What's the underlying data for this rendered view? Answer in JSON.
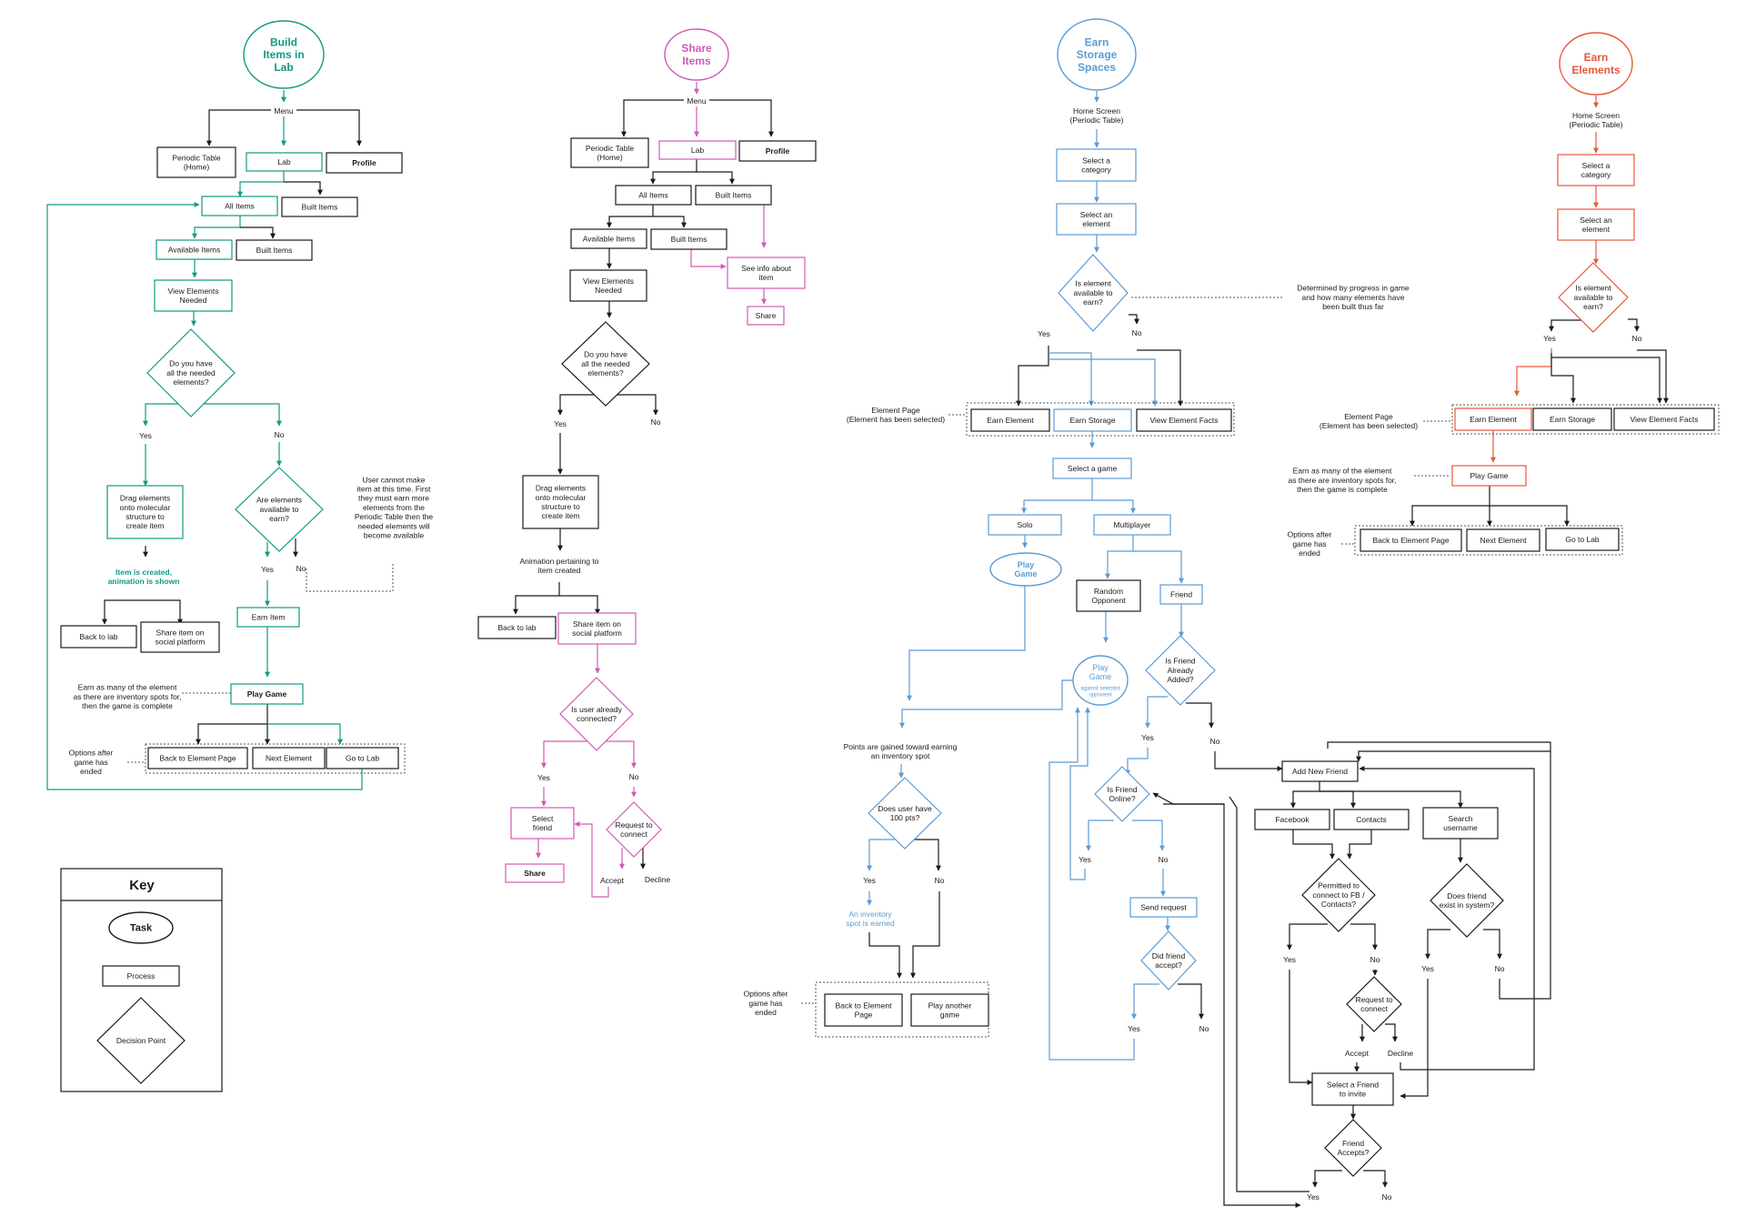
{
  "colors": {
    "black": "#1a1a1a",
    "teal": "#129a84",
    "pink": "#d05ab8",
    "blue": "#5b9bd5",
    "orange": "#e8573a",
    "dotted": "#555555"
  },
  "key": {
    "title": "Key",
    "task": "Task",
    "process": "Process",
    "decision": "Decision Point"
  },
  "flow_build": {
    "task": "Build\nItems in\nLab",
    "menu": "Menu",
    "periodic": "Periodic Table\n(Home)",
    "lab": "Lab",
    "profile": "Profile",
    "all_items": "All Items",
    "built_items": "Built Items",
    "available_items": "Available Items",
    "built_items2": "Built Items",
    "view_needed": "View Elements\nNeeded",
    "have_needed": "Do you have\nall the needed\nelements?",
    "yes1": "Yes",
    "no1": "No",
    "drag": "Drag elements\nonto molecular\nstructure to\ncreate item",
    "are_available": "Are elements\navailable to\nearn?",
    "note_cannot": "User cannot make\nitem at this time. First\nthey must earn more\nelements from the\nPeriodic Table then the\nneeded elements will\nbecome available",
    "created": "Item is created,\nanimation is shown",
    "yes2": "Yes",
    "no2": "No",
    "back_lab": "Back to lab",
    "share_social": "Share item on\nsocial platform",
    "earn_item": "Earn Item",
    "earn_note": "Earn as many of the element\nas there are inventory spots for,\nthen the game is complete",
    "play_game": "Play Game",
    "options_note": "Options after\ngame has\nended",
    "back_element": "Back to Element Page",
    "next_element": "Next Element",
    "go_lab": "Go to Lab"
  },
  "flow_share": {
    "task": "Share\nItems",
    "menu": "Menu",
    "periodic": "Periodic Table\n(Home)",
    "lab": "Lab",
    "profile": "Profile",
    "all_items": "All Items",
    "built_items": "Built Items",
    "available_items": "Available Items",
    "built_items2": "Built Items",
    "see_info": "See info about\nitem",
    "share": "Share",
    "view_needed": "View Elements\nNeeded",
    "have_needed": "Do you have\nall the needed\nelements?",
    "yes1": "Yes",
    "no1": "No",
    "drag": "Drag elements\nonto molecular\nstructure to\ncreate item",
    "animation": "Animation pertaining to\nitem created",
    "back_lab": "Back to lab",
    "share_social": "Share item on\nsocial platform",
    "connected": "Is user already\nconnected?",
    "yes2": "Yes",
    "no2": "No",
    "select_friend": "Select\nfriend",
    "request_connect": "Request to\nconnect",
    "share2": "Share",
    "accept": "Accept",
    "decline": "Decline"
  },
  "flow_storage": {
    "task": "Earn\nStorage\nSpaces",
    "home": "Home Screen\n(Periodic Table)",
    "select_category": "Select a\ncategory",
    "select_element": "Select an\nelement",
    "is_available": "Is element\navailable to\nearn?",
    "progress_note": "Determined by progress in game\nand how many elements have\nbeen built thus far",
    "yes1": "Yes",
    "no1": "No",
    "element_page_note": "Element Page\n(Element has been selected)",
    "earn_element": "Earn Element",
    "earn_storage": "Earn Storage",
    "view_facts": "View Element Facts",
    "select_game": "Select a game",
    "solo": "Solo",
    "multiplayer": "Multiplayer",
    "play_game_solo": "Play\nGame",
    "random_opponent": "Random\nOpponent",
    "friend": "Friend",
    "play_game_multi": "Play\nGame",
    "play_game_multi_sub": "against selected\nopponent",
    "friend_added": "Is Friend\nAlready\nAdded?",
    "yes_added": "Yes",
    "no_added": "No",
    "points_note": "Points are gained toward earning\nan inventory spot",
    "friend_online": "Is Friend\nOnline?",
    "yes_online": "Yes",
    "no_online": "No",
    "has_100": "Does user have\n100 pts?",
    "yes_100": "Yes",
    "no_100": "No",
    "spot_earned": "An inventory\nspot is earned",
    "send_request": "Send request",
    "did_accept": "Did friend\naccept?",
    "yes_accept": "Yes",
    "no_accept": "No",
    "options_note": "Options after\ngame has\nended",
    "back_element": "Back to Element\nPage",
    "play_another": "Play another\ngame",
    "add_new_friend": "Add New Friend",
    "facebook": "Facebook",
    "contacts": "Contacts",
    "search_username": "Search\nusername",
    "permitted": "Permitted to\nconnect to FB /\nContacts?",
    "friend_exists": "Does friend\nexist in system?",
    "yes_perm": "Yes",
    "no_perm": "No",
    "yes_exist": "Yes",
    "no_exist": "No",
    "request_connect": "Request to\nconnect",
    "accept": "Accept",
    "decline": "Decline",
    "select_invite": "Select a Friend\nto invite",
    "friend_accepts": "Friend\nAccepts?",
    "yes_final": "Yes",
    "no_final": "No"
  },
  "flow_elements": {
    "task": "Earn\nElements",
    "home": "Home Screen\n(Periodic Table)",
    "select_category": "Select a\ncategory",
    "select_element": "Select an\nelement",
    "is_available": "Is element\navailable to\nearn?",
    "yes1": "Yes",
    "no1": "No",
    "element_page_note": "Element Page\n(Element has been selected)",
    "earn_element": "Earn Element",
    "earn_storage": "Earn Storage",
    "view_facts": "View Element Facts",
    "earn_note": "Earn as many of the element\nas there are inventory spots for,\nthen the game is complete",
    "play_game": "Play Game",
    "options_note": "Options after\ngame has\nended",
    "back_element": "Back to Element Page",
    "next_element": "Next Element",
    "go_lab": "Go to Lab"
  }
}
